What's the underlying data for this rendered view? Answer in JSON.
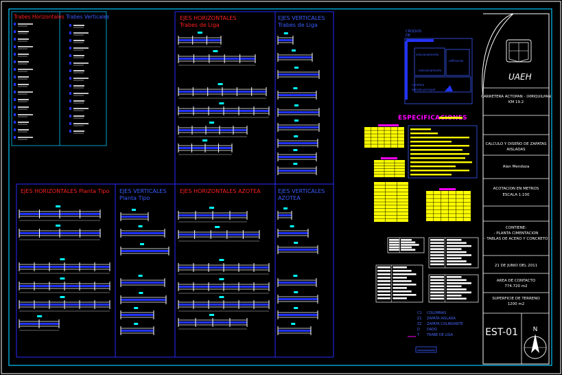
{
  "colors": {
    "background": "#000000",
    "frame": "#ffffff",
    "border_cyan": "#00c8ff",
    "panel_blue": "#2a2aff",
    "beam_blue": "#2233ff",
    "title_red": "#ff2020",
    "title_blue": "#3a5cff",
    "spec_magenta": "#ff00ff",
    "highlight_yellow": "#ffff00",
    "annot_cyan": "#00ffff",
    "legend_blue": "#4a6aff"
  },
  "left_tables": {
    "horizontal_title": "Trabes Horizontales",
    "vertical_title": "Trabes Verticales"
  },
  "panels": {
    "top_horizontal": {
      "line1": "EJES HORIZONTALES",
      "line2": "Trabes de Liga"
    },
    "top_vertical": {
      "line1": "EJES VERTICALES",
      "line2": "Trabes de Liga"
    },
    "mid_horizontal": {
      "line1": "EJES HORIZONTALES Planta Tipo"
    },
    "mid_vertical": {
      "line1": "EJES VERTICALES",
      "line2": "Planta Tipo"
    },
    "azotea_horizontal": {
      "line1": "EJES HORIZONTALES AZOTEA"
    },
    "azotea_vertical": {
      "line1": "EJES VERTICALES",
      "line2": "AZOTEA"
    }
  },
  "location": {
    "title_line1": "CROQUIS",
    "title_line2": "DE",
    "labels": [
      "estacionamiento",
      "estacionamiento",
      "edificacion",
      "carretera",
      "entrada principal"
    ]
  },
  "specs_title": "ESPECIFICACIONES",
  "legend": [
    {
      "code": "C1",
      "text": "COLUMNAS"
    },
    {
      "code": "Z1",
      "text": "ZAPATA AISLADA"
    },
    {
      "code": "Z2",
      "text": "ZAPATA COLINDANTE"
    },
    {
      "code": "D",
      "text": "DADO"
    },
    {
      "code": "T",
      "text": "TRABE DE LIGA"
    }
  ],
  "title_block": {
    "logo_text": "UAEH",
    "project": [
      "CARRETERA ACTOPAN - IXMIQUILPAN",
      "KM 19.2"
    ],
    "drawing_title": [
      "CALCULO Y DISEÑO DE ZAPATAS",
      "AISLADAS"
    ],
    "author": "Alan Mendoza",
    "units": [
      "ACOTACION EN METROS",
      "ESCALA 1:100"
    ],
    "contents": [
      "CONTIENE:",
      "- PLANTA CIMENTACION",
      "- TABLAS DE ACERO Y CONCRETO"
    ],
    "date": "21 DE JUNIO DEL 2011",
    "contact_area": [
      "AREA DE CONTACTO",
      "774.720 m2"
    ],
    "land_area": [
      "SUPERFICIE DE TERRENO",
      "1200 m2"
    ],
    "sheet_number": "EST-01",
    "north_label": "N"
  }
}
